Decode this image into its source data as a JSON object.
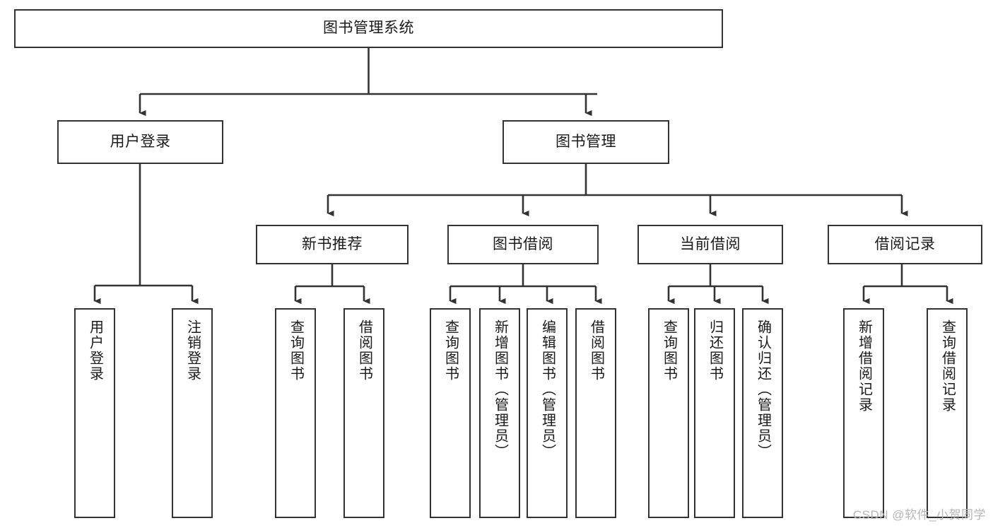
{
  "diagram": {
    "type": "tree-hierarchy-chart",
    "title": "图书管理系统",
    "watermark": "CSDN @软件_小贺同学",
    "colors": {
      "background": "#ffffff",
      "node_border": "#333333",
      "node_fill": "#ffffff",
      "edge": "#333333",
      "text": "#1a1a1a",
      "watermark": "#b6b6b6"
    },
    "levels": {
      "root": {
        "label": "图书管理系统"
      },
      "level2": [
        {
          "label": "用户登录"
        },
        {
          "label": "图书管理"
        }
      ],
      "level3": [
        {
          "label": "新书推荐"
        },
        {
          "label": "图书借阅"
        },
        {
          "label": "当前借阅"
        },
        {
          "label": "借阅记录"
        }
      ],
      "leaves_user_login": [
        {
          "label": "用户登录"
        },
        {
          "label": "注销登录"
        }
      ],
      "leaves_new_book": [
        {
          "label": "查询图书"
        },
        {
          "label": "借阅图书"
        }
      ],
      "leaves_borrow": [
        {
          "label": "查询图书"
        },
        {
          "label": "新增图书（管理员）"
        },
        {
          "label": "编辑图书（管理员）"
        },
        {
          "label": "借阅图书"
        }
      ],
      "leaves_current": [
        {
          "label": "查询图书"
        },
        {
          "label": "归还图书"
        },
        {
          "label": "确认归还（管理员）"
        }
      ],
      "leaves_record": [
        {
          "label": "新增借阅记录"
        },
        {
          "label": "查询借阅记录"
        }
      ]
    }
  }
}
